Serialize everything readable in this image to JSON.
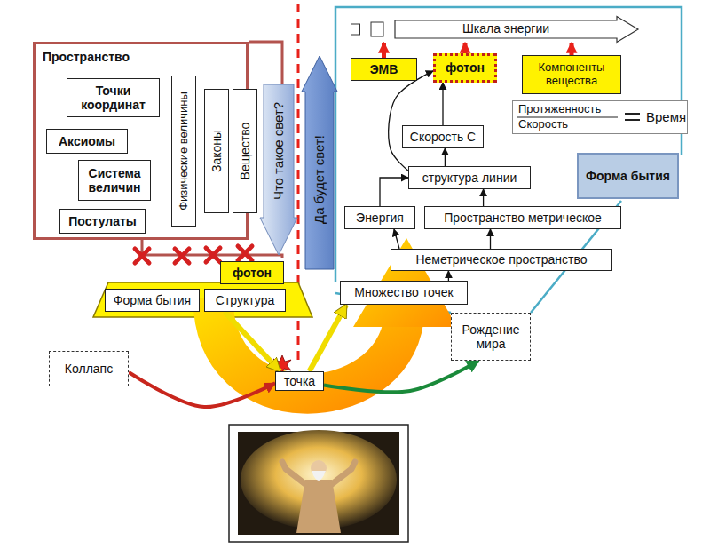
{
  "diagram": {
    "nodes": [
      {
        "text": [
          "Пространство"
        ]
      },
      {
        "text": [
          "Точки координат"
        ],
        "in": 0
      },
      {
        "text": [
          "Аксиомы"
        ],
        "in": 0
      },
      {
        "text": [
          "Система величин"
        ],
        "in": 0
      },
      {
        "text": [
          "Постулаты"
        ],
        "in": 0
      },
      {
        "text": [
          "Физические величины"
        ]
      },
      {
        "text": [
          "Законы"
        ]
      },
      {
        "text": [
          "Вещество"
        ]
      },
      {
        "text": [
          "Что такое свет?"
        ]
      },
      {
        "text": [
          "Да будет свет!"
        ]
      },
      {
        "text": [
          "Шкала энергии"
        ]
      },
      {
        "text": [
          "ЭМВ"
        ]
      },
      {
        "text": [
          "фотон"
        ]
      },
      {
        "text": [
          "Компоненты вещества"
        ]
      },
      {
        "text": [
          "Протяженность",
          "Скорость",
          "Время"
        ]
      },
      {
        "text": [
          "Скорость С"
        ]
      },
      {
        "text": [
          "Форма бытия"
        ]
      },
      {
        "text": [
          "структура линии"
        ]
      },
      {
        "text": [
          "Энергия"
        ]
      },
      {
        "text": [
          "Пространство метрическое"
        ]
      },
      {
        "text": [
          "Неметрическое пространство"
        ]
      },
      {
        "text": [
          "фотон"
        ]
      },
      {
        "text": [
          "Форма бытия"
        ]
      },
      {
        "text": [
          "Структура"
        ]
      },
      {
        "text": [
          "Множество точек"
        ]
      },
      {
        "text": [
          "Коллапс"
        ]
      },
      {
        "text": [
          "Рождение мира"
        ]
      },
      {
        "text": [
          "точка"
        ]
      }
    ],
    "edges": [
      {
        "from": 11,
        "to": 10,
        "arrow": "to"
      },
      {
        "from": 12,
        "to": 10,
        "arrow": "to"
      },
      {
        "from": 13,
        "to": 10,
        "arrow": "to"
      },
      {
        "from": 15,
        "to": 12,
        "arrow": "to"
      },
      {
        "from": 17,
        "to": 15,
        "arrow": "to"
      },
      {
        "from": 17,
        "to": 12,
        "arrow": "to"
      },
      {
        "from": 18,
        "to": 17,
        "arrow": "to"
      },
      {
        "from": 19,
        "to": 17,
        "arrow": "to"
      },
      {
        "from": 20,
        "to": 18,
        "arrow": "to"
      },
      {
        "from": 20,
        "to": 19,
        "arrow": "to"
      },
      {
        "from": 24,
        "to": 20,
        "arrow": "to"
      },
      {
        "from": 27,
        "to": 24,
        "arrow": "to"
      },
      {
        "from": 23,
        "to": 27,
        "arrow": "to"
      },
      {
        "from": 25,
        "to": 27,
        "arrow": "to"
      },
      {
        "from": 27,
        "to": 26,
        "arrow": "to"
      }
    ]
  }
}
